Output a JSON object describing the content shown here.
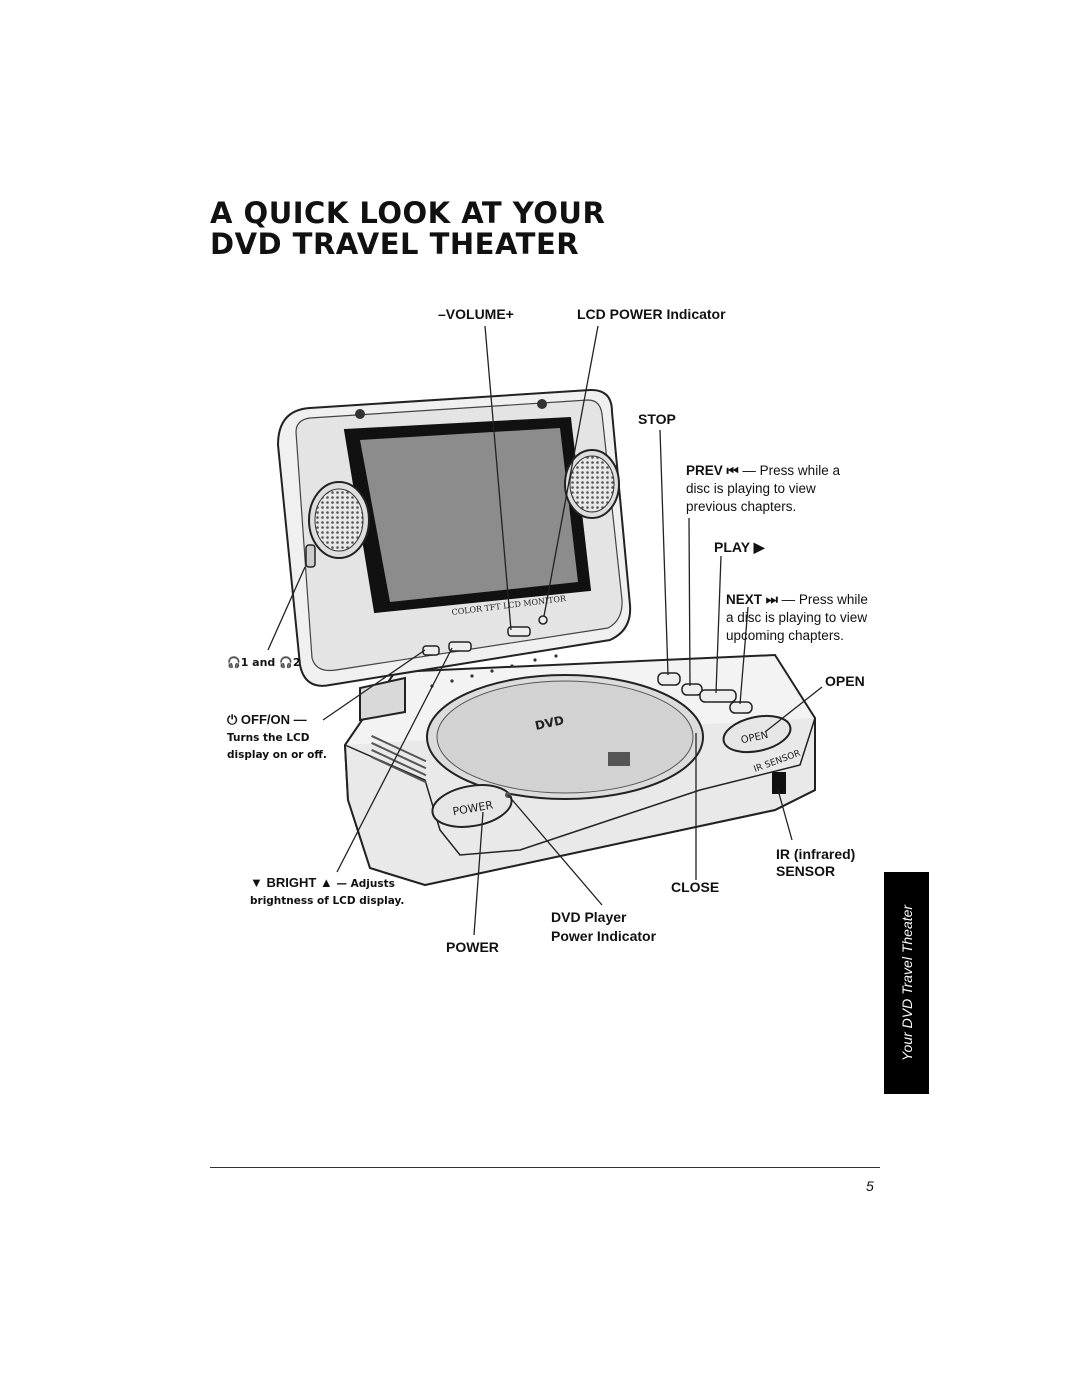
{
  "title": {
    "line1": "A QUICK LOOK AT YOUR",
    "line2": "DVD TRAVEL THEATER"
  },
  "labels": {
    "volume": "–VOLUME+",
    "lcd_power": "LCD POWER Indicator",
    "stop": "STOP",
    "prev": "PREV ⏮",
    "prev_desc_1": " — Press while a",
    "prev_desc_2": "disc is playing to view",
    "prev_desc_3": "previous chapters.",
    "play": "PLAY ▶",
    "next": "NEXT ⏭",
    "next_desc_1": " — Press while",
    "next_desc_2": "a disc is playing to view",
    "next_desc_3": "upcoming chapters.",
    "open": "OPEN",
    "headphones": "🎧1 and 🎧2",
    "offon": "⏻ OFF/ON —",
    "offon_desc_1": "Turns the LCD",
    "offon_desc_2": "display on or off.",
    "ir_1": "IR (infrared)",
    "ir_2": "SENSOR",
    "close": "CLOSE",
    "bright": "▼ BRIGHT ▲",
    "bright_desc_1": " — Adjusts",
    "bright_desc_2": "brightness of LCD display.",
    "dvd_player_1": "DVD Player",
    "dvd_player_2": "Power Indicator",
    "power": "POWER"
  },
  "device_text": {
    "monitor": "COLOR TFT LCD MONITOR",
    "power_button": "POWER",
    "open_button": "OPEN",
    "ir_sensor": "IR SENSOR",
    "dvd_logo": "DVD"
  },
  "side_tab": "Your DVD Travel Theater",
  "page_number": "5"
}
